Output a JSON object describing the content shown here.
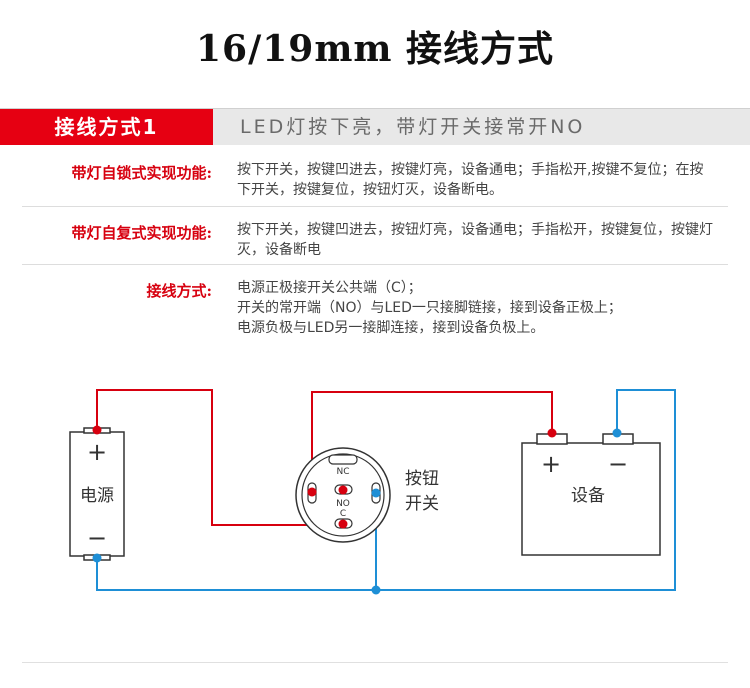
{
  "page_title": "16/19mm 接线方式",
  "header": {
    "tag": "接线方式1",
    "description": "LED灯按下亮，带灯开关接常开NO"
  },
  "rows": [
    {
      "label": "带灯自锁式实现功能:",
      "text": "按下开关，按键凹进去，按键灯亮，设备通电；手指松开,按键不复位；在按下开关，按键复位，按钮灯灭，设备断电。"
    },
    {
      "label": "带灯自复式实现功能:",
      "text": "按下开关，按键凹进去，按钮灯亮，设备通电；手指松开，按键复位，按键灯灭，设备断电"
    },
    {
      "label": "接线方式:",
      "lines": [
        "电源正极接开关公共端（C）；",
        "开关的常开端（NO）与LED一只接脚链接，接到设备正极上；",
        "电源负极与LED另一接脚连接，接到设备负极上。"
      ]
    }
  ],
  "diagram": {
    "power_label": "电源",
    "plus": "+",
    "minus": "−",
    "switch_label_1": "按钮",
    "switch_label_2": "开关",
    "nc": "NC",
    "no": "NO",
    "c": "C",
    "device_label": "设备",
    "device_plus": "+",
    "device_minus": "−",
    "colors": {
      "positive_wire": "#d7000f",
      "negative_wire": "#1e8fd6",
      "outline": "#333333"
    }
  }
}
